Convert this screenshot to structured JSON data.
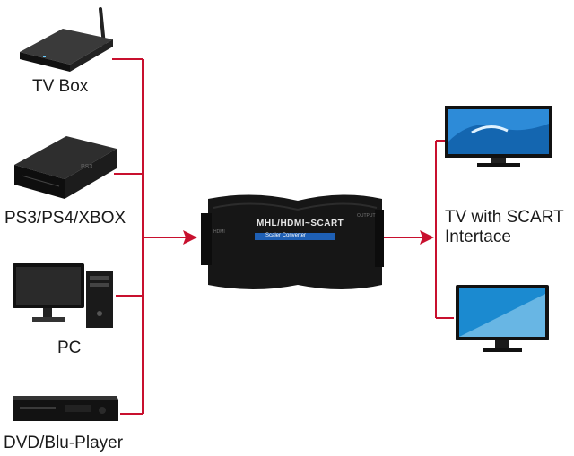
{
  "sources": [
    {
      "label": "TV Box"
    },
    {
      "label": "PS3/PS4/XBOX"
    },
    {
      "label": "PC"
    },
    {
      "label": "DVD/Blu-Player"
    }
  ],
  "converter": {
    "title": "MHL/HDMI~SCART",
    "subtitle": "Scaler Converter",
    "left_port": "HDMI",
    "right_port": "OUTPUT"
  },
  "output": {
    "label_line1": "TV with SCART",
    "label_line2": "Intertace"
  },
  "colors": {
    "connector_line": "#c8102e",
    "device_body": "#1b1b1b",
    "badge": "#1e5fb4"
  },
  "icons": [
    "tv-box-icon",
    "game-console-icon",
    "desktop-pc-icon",
    "dvd-player-icon",
    "scart-converter-icon",
    "tv-wave-icon",
    "tv-monitor-icon"
  ]
}
